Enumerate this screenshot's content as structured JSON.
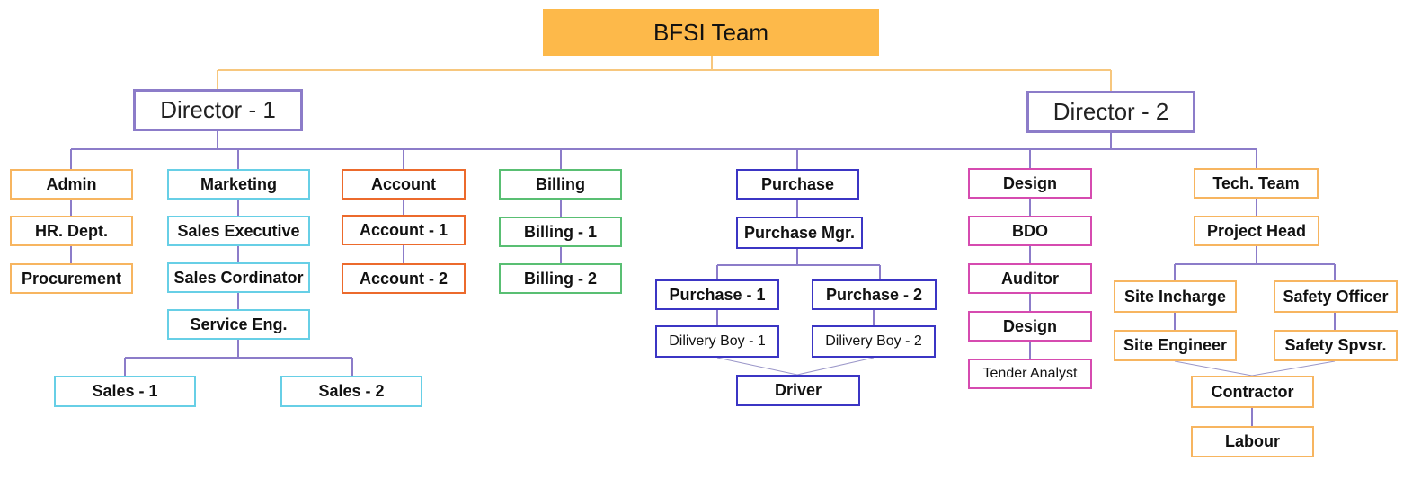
{
  "title": "BFSI Team",
  "directors": [
    "Director - 1",
    "Director - 2"
  ],
  "admin": [
    "Admin",
    "HR. Dept.",
    "Procurement"
  ],
  "marketing": [
    "Marketing",
    "Sales Executive",
    "Sales Cordinator",
    "Service Eng."
  ],
  "sales": [
    "Sales - 1",
    "Sales - 2"
  ],
  "account": [
    "Account",
    "Account - 1",
    "Account - 2"
  ],
  "billing": [
    "Billing",
    "Billing - 1",
    "Billing - 2"
  ],
  "purchase": {
    "head": "Purchase",
    "manager": "Purchase Mgr.",
    "leads": [
      "Purchase - 1",
      "Purchase - 2"
    ],
    "delivery": [
      "Dilivery Boy - 1",
      "Dilivery Boy - 2"
    ],
    "driver": "Driver"
  },
  "design": [
    "Design",
    "BDO",
    "Auditor",
    "Design",
    "Tender Analyst"
  ],
  "tech": {
    "head": "Tech. Team",
    "project_head": "Project Head",
    "site_incharge": "Site Incharge",
    "safety_officer": "Safety Officer",
    "site_engineer": "Site Engineer",
    "safety_spvsr": "Safety Spvsr.",
    "contractor": "Contractor",
    "labour": "Labour"
  },
  "colors": {
    "title_fill": "#fdb94a",
    "top_connector": "#f7c77e",
    "director_border": "#8c7cc9",
    "admin": "#f7b560",
    "marketing": "#67cfe6",
    "account": "#ec6a2c",
    "billing": "#59bf73",
    "purchase": "#3b35c4",
    "design": "#d64bb0",
    "tech": "#f7b560"
  }
}
